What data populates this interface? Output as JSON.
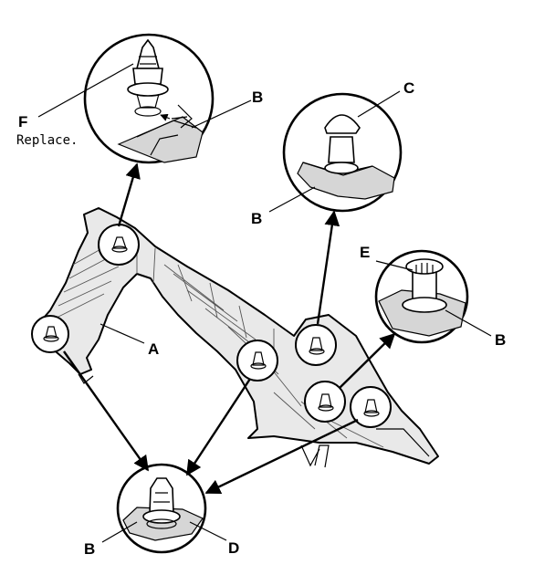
{
  "callouts": {
    "A": "A",
    "B": "B",
    "C": "C",
    "D": "D",
    "E": "E",
    "F": "F"
  },
  "notes": {
    "replace": "Replace."
  },
  "colors": {
    "line": "#000000",
    "panel": "#e9e9e9",
    "background": "#ffffff"
  },
  "icons": {
    "arrowhead": "arrowhead-icon"
  }
}
